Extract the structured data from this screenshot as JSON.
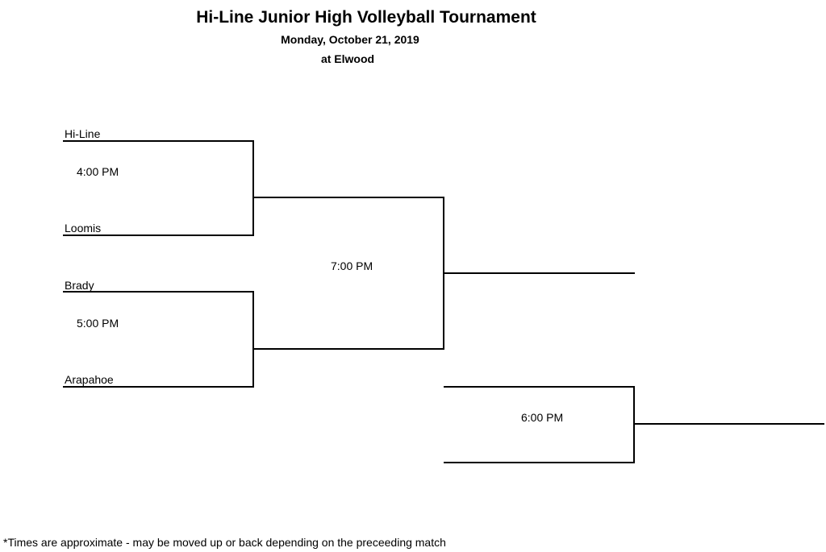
{
  "header": {
    "title": "Hi-Line Junior High Volleyball Tournament",
    "date": "Monday, October 21, 2019",
    "location": "at Elwood"
  },
  "bracket": {
    "teams": [
      "Hi-Line",
      "Loomis",
      "Brady",
      "Arapahoe"
    ],
    "match_times": {
      "game1": "4:00 PM",
      "game2": "5:00 PM",
      "championship": "7:00 PM",
      "consolation": "6:00 PM"
    }
  },
  "footer": {
    "note": "*Times are approximate - may be moved up or back depending on the preceeding match"
  }
}
